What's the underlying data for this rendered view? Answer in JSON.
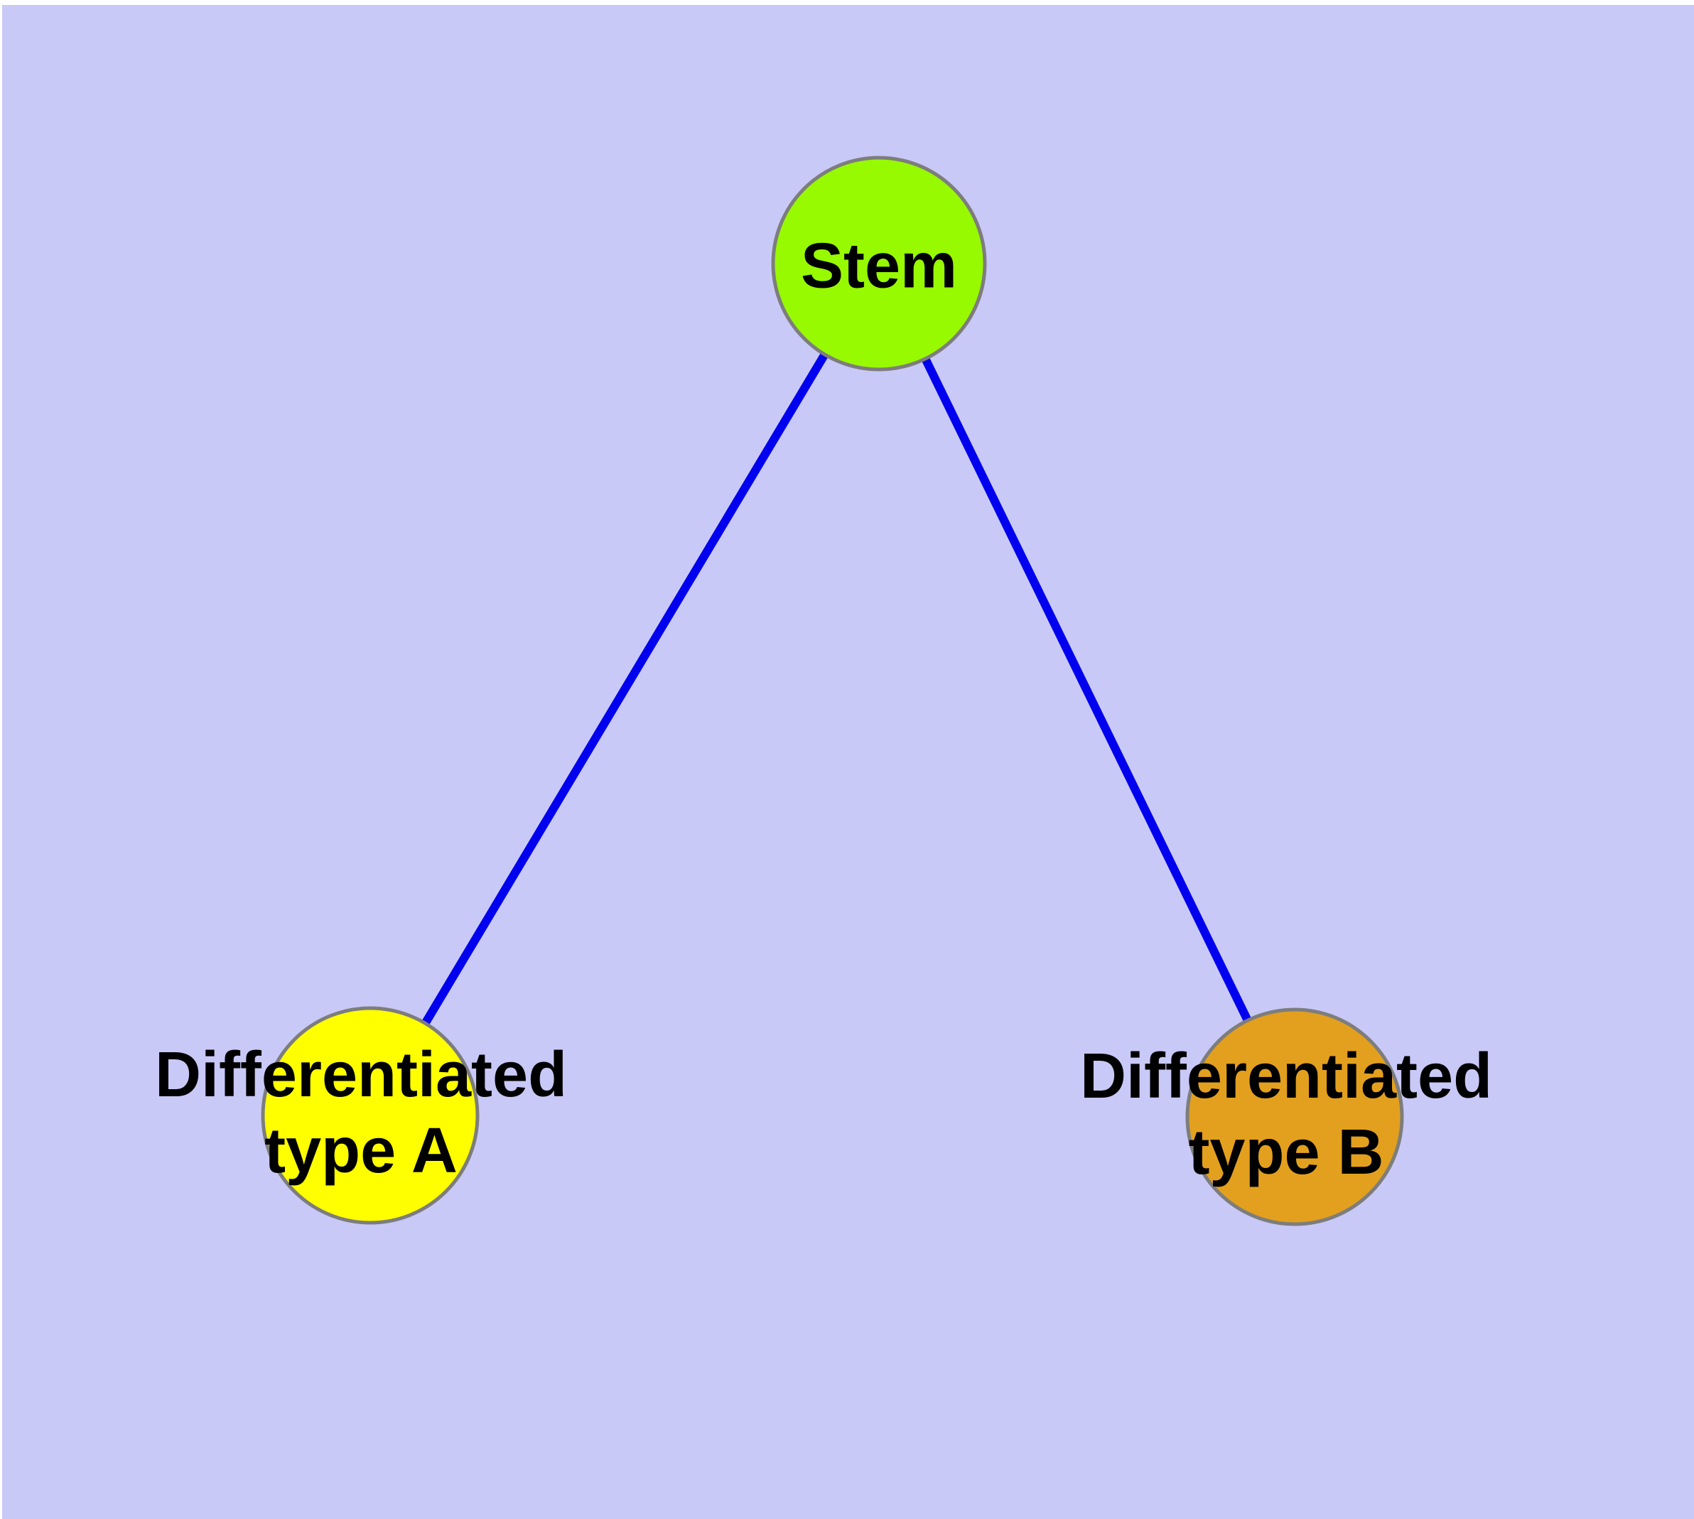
{
  "diagram": {
    "background_color": "#c9c9f7",
    "border_strip_color": "#ffffff",
    "nodes": {
      "stem": {
        "label": "Stem",
        "fill": "#97fa00",
        "stroke": "#7d7d7d"
      },
      "type_a": {
        "label_line1": "Differentiated",
        "label_line2": "type A",
        "label_full": "Differentiated type A",
        "fill": "#ffff00",
        "stroke": "#7d7d7d"
      },
      "type_b": {
        "label_line1": "Differentiated",
        "label_line2": "type B",
        "label_full": "Differentiated type B",
        "fill": "#e3a01e",
        "stroke": "#7d7d7d"
      }
    },
    "edges": [
      {
        "from": "Stem",
        "to": "Differentiated type A"
      },
      {
        "from": "Stem",
        "to": "Differentiated type B"
      }
    ],
    "edge_style": {
      "color": "#0000ee"
    },
    "text_color": "#000000"
  }
}
